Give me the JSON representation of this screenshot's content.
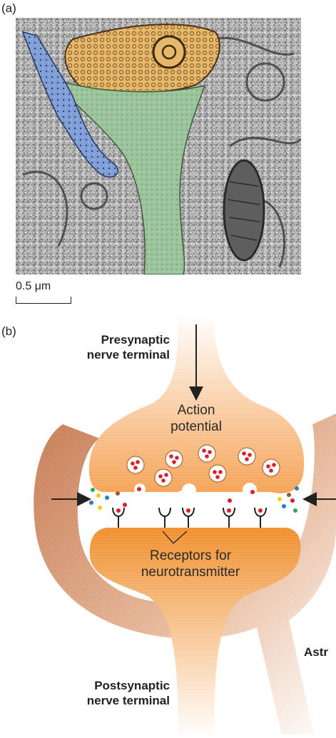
{
  "panels": {
    "a_label": "(a)",
    "b_label": "(b)"
  },
  "scale": {
    "text": "0.5 μm"
  },
  "labels": {
    "presynaptic_line1": "Presynaptic",
    "presynaptic_line2": "nerve terminal",
    "action_line1": "Action",
    "action_line2": "potential",
    "receptors_line1": "Receptors for",
    "receptors_line2": "neurotransmitter",
    "postsynaptic_line1": "Postsynaptic",
    "postsynaptic_line2": "nerve terminal",
    "astrocyte_partial": "Astr"
  },
  "colors": {
    "presynaptic_orange": "#f5a356",
    "postsynaptic_orange": "#f0902e",
    "astrocyte_brown": "#c57a52",
    "vesicle_red": "#d81f2b",
    "micro_gold": "#e7b76a",
    "micro_blue": "#7f9fd6",
    "micro_green": "#9cc49b"
  }
}
